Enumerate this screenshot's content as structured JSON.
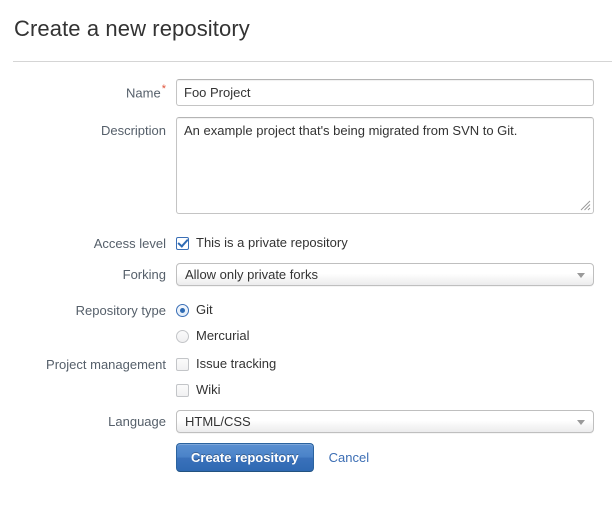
{
  "header": {
    "title": "Create a new repository"
  },
  "form": {
    "name": {
      "label": "Name",
      "required_marker": "*",
      "value": "Foo Project",
      "placeholder": ""
    },
    "description": {
      "label": "Description",
      "value": "An example project that's being migrated from SVN to Git.",
      "placeholder": ""
    },
    "access_level": {
      "label": "Access level",
      "checkbox_label": "This is a private repository",
      "checked": true
    },
    "forking": {
      "label": "Forking",
      "selected": "Allow only private forks"
    },
    "repository_type": {
      "label": "Repository type",
      "options": [
        {
          "label": "Git",
          "selected": true
        },
        {
          "label": "Mercurial",
          "selected": false
        }
      ]
    },
    "project_management": {
      "label": "Project management",
      "options": [
        {
          "label": "Issue tracking",
          "checked": false
        },
        {
          "label": "Wiki",
          "checked": false
        }
      ]
    },
    "language": {
      "label": "Language",
      "selected": "HTML/CSS"
    },
    "actions": {
      "submit_label": "Create repository",
      "cancel_label": "Cancel"
    }
  },
  "colors": {
    "accent_blue": "#3a71bb",
    "link_blue": "#3c6eb4",
    "required_red": "#e0533a",
    "label_grey": "#555f6a",
    "text_dark": "#333333",
    "divider": "#d5d5d5"
  }
}
